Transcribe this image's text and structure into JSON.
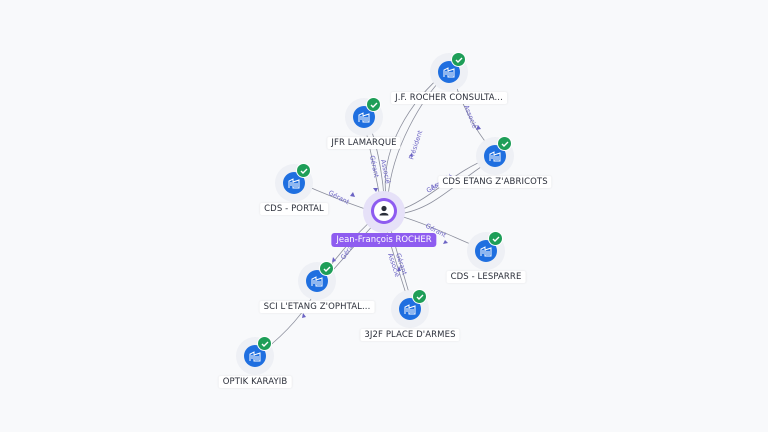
{
  "graph": {
    "center": {
      "name": "Jean-François ROCHER",
      "icon": "person-icon",
      "color": "#8e5cf0"
    },
    "companies": [
      {
        "id": "jf-rocher",
        "label": "J.F. ROCHER CONSULTA...",
        "icon": "company-building-icon",
        "verified": true
      },
      {
        "id": "jfr-lamarque",
        "label": "JFR LAMARQUE",
        "icon": "company-building-icon",
        "verified": true
      },
      {
        "id": "cds-etang",
        "label": "CDS ETANG Z'ABRICOTS",
        "icon": "company-building-icon",
        "verified": true
      },
      {
        "id": "cds-portal",
        "label": "CDS - PORTAL",
        "icon": "company-building-icon",
        "verified": true
      },
      {
        "id": "cds-lesparre",
        "label": "CDS - LESPARRE",
        "icon": "company-building-icon",
        "verified": true
      },
      {
        "id": "sci-etang",
        "label": "SCI L'ETANG Z'OPHTAL...",
        "icon": "company-building-icon",
        "verified": true
      },
      {
        "id": "3j2f",
        "label": "3J2F PLACE D'ARMES",
        "icon": "company-building-icon",
        "verified": true
      },
      {
        "id": "optik",
        "label": "OPTIK KARAYIB",
        "icon": "company-building-icon",
        "verified": true
      }
    ],
    "edge_labels": {
      "president": "Président",
      "associe": "Associé",
      "gerant": "Gérant"
    },
    "colors": {
      "company": "#1f6fe0",
      "verified": "#1e9e58",
      "edge": "#8b8e9c",
      "edge_label": "#6b63c4"
    }
  }
}
